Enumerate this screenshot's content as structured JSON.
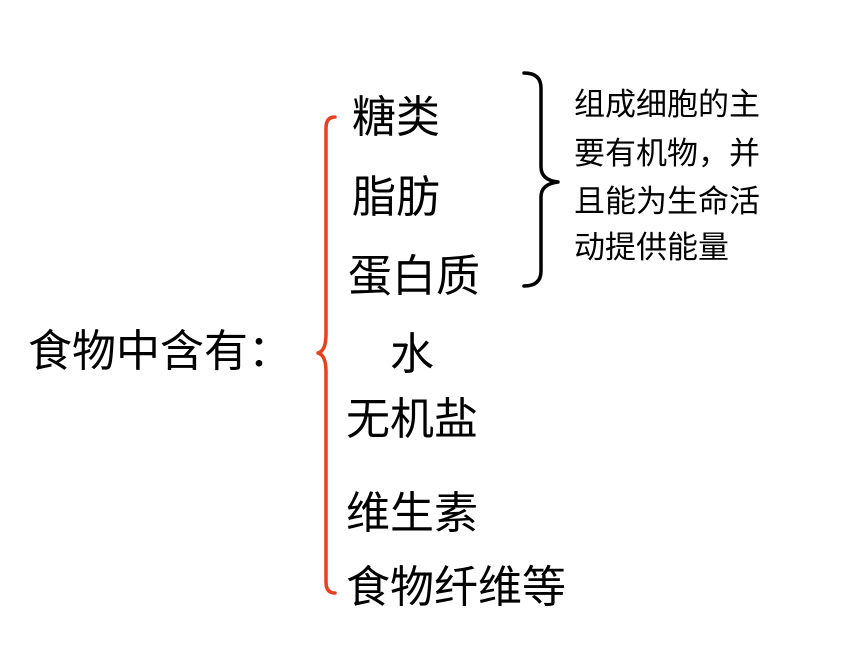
{
  "root_label": "食物中含有：",
  "items": [
    "糖类",
    "脂肪",
    "蛋白质",
    "水",
    "无机盐",
    "维生素",
    "食物纤维等"
  ],
  "note_lines": [
    "组成细胞的主",
    "要有机物，并",
    "且能为生命活",
    "动提供能量"
  ],
  "colors": {
    "main_brace": "#e8401c",
    "sub_brace": "#000000",
    "text": "#000000"
  }
}
